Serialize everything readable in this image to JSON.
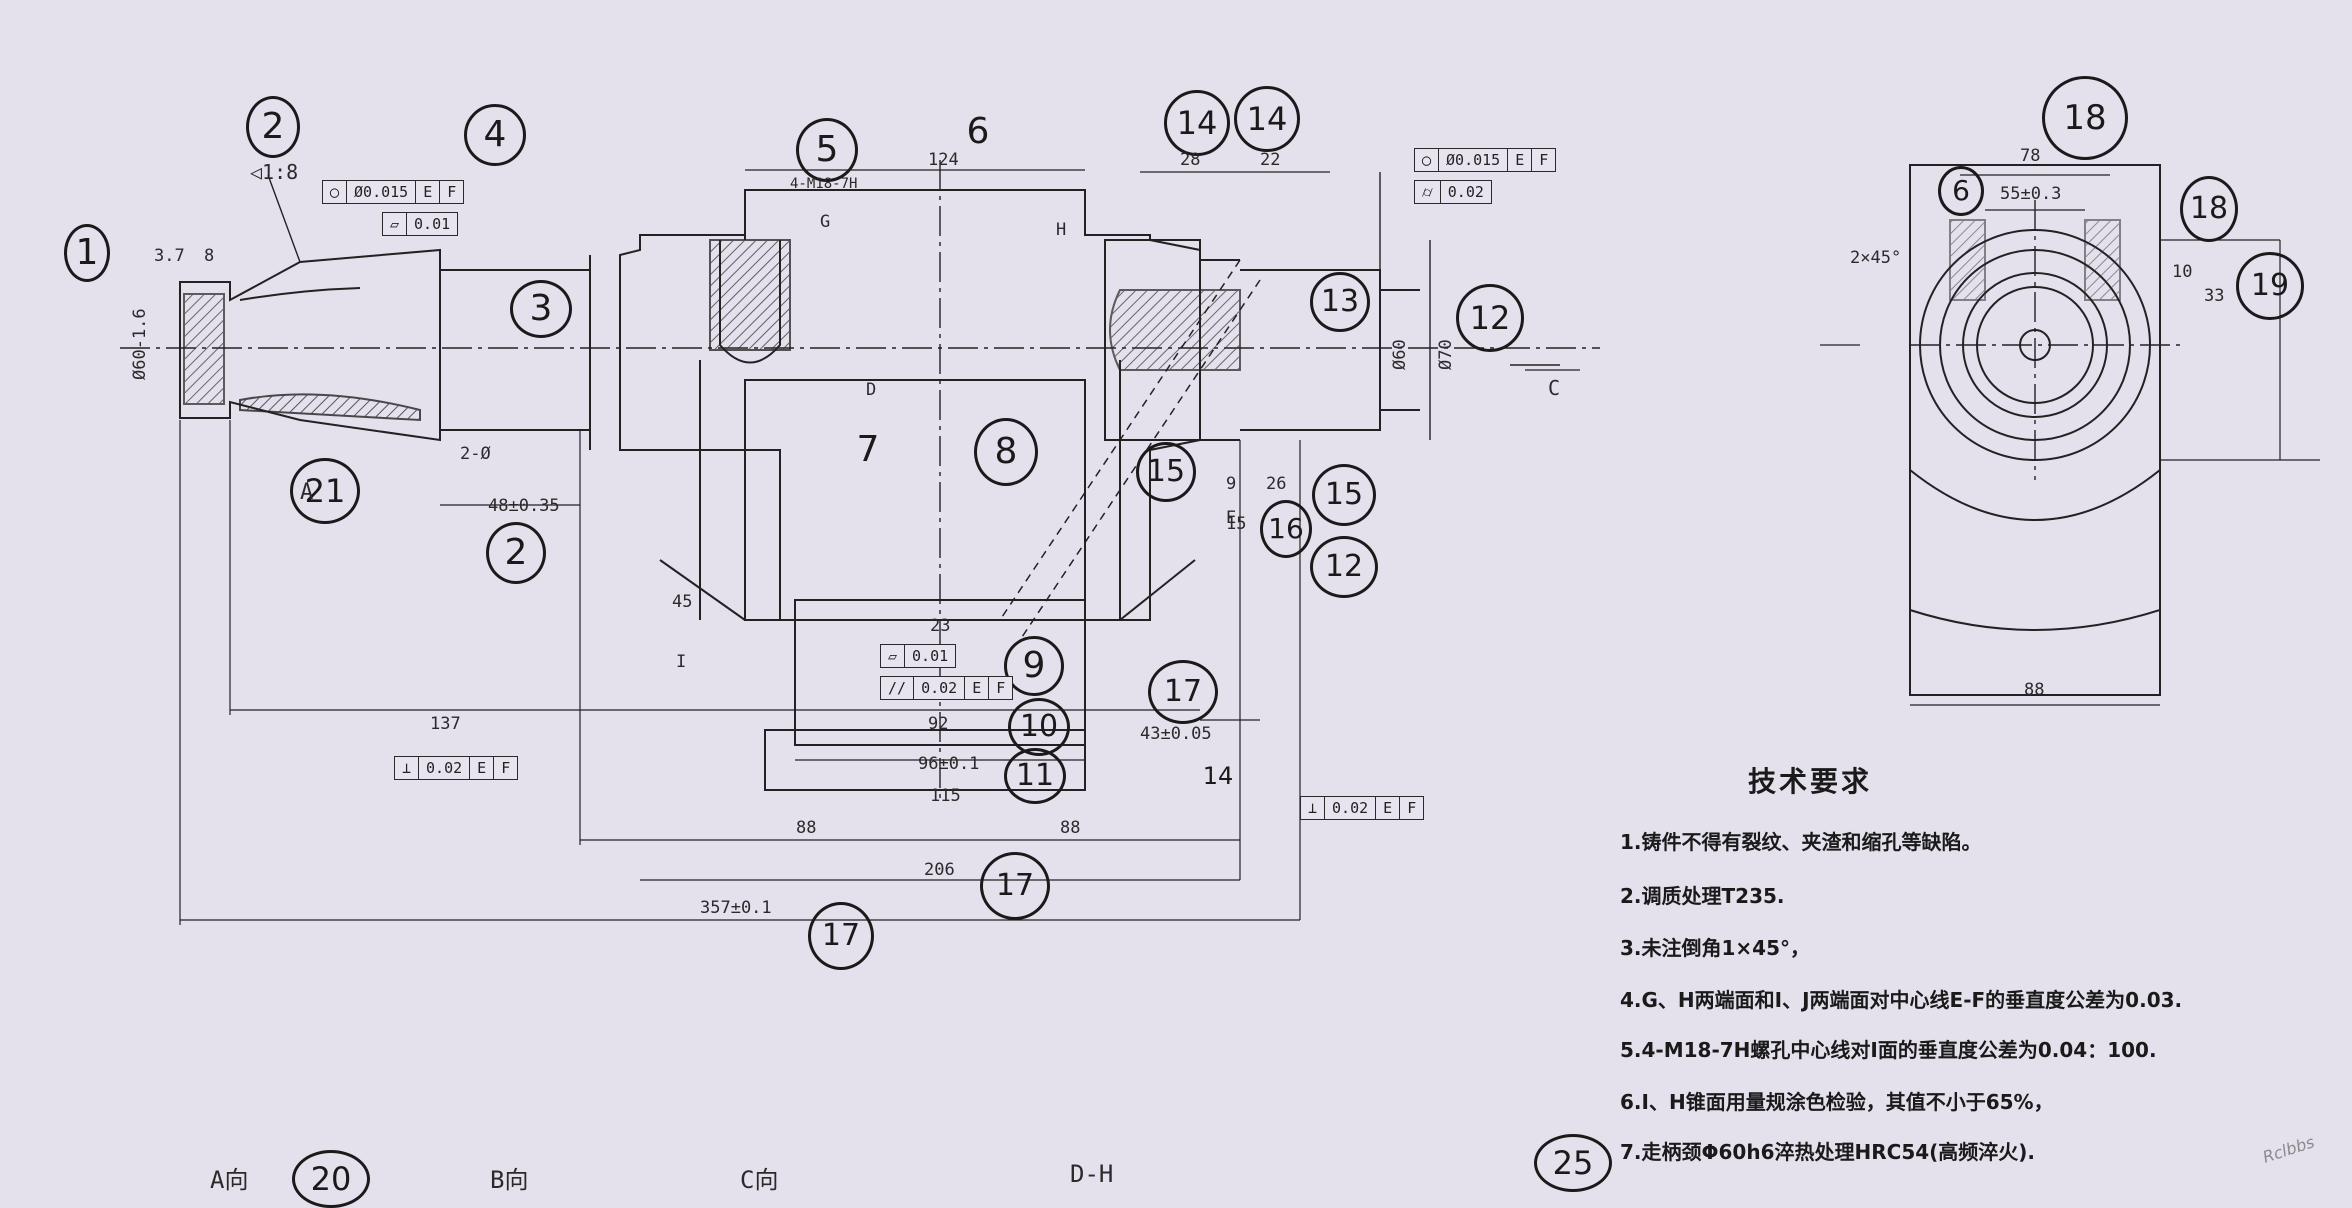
{
  "balloons": [
    {
      "id": "b1",
      "label": "1"
    },
    {
      "id": "b2a",
      "label": "2"
    },
    {
      "id": "b4",
      "label": "4"
    },
    {
      "id": "b5",
      "label": "5"
    },
    {
      "id": "b6",
      "label": "6"
    },
    {
      "id": "b14a",
      "label": "14"
    },
    {
      "id": "b14b",
      "label": "14"
    },
    {
      "id": "b3",
      "label": "3"
    },
    {
      "id": "b21",
      "label": "21"
    },
    {
      "id": "b2b",
      "label": "2"
    },
    {
      "id": "b7",
      "label": "7"
    },
    {
      "id": "b8",
      "label": "8"
    },
    {
      "id": "b9",
      "label": "9"
    },
    {
      "id": "b10",
      "label": "10"
    },
    {
      "id": "b11",
      "label": "11"
    },
    {
      "id": "b13",
      "label": "13"
    },
    {
      "id": "b12a",
      "label": "12"
    },
    {
      "id": "b15a",
      "label": "15"
    },
    {
      "id": "b15b",
      "label": "15"
    },
    {
      "id": "b16",
      "label": "16"
    },
    {
      "id": "b12b",
      "label": "12"
    },
    {
      "id": "b17a",
      "label": "17"
    },
    {
      "id": "b17b",
      "label": "17"
    },
    {
      "id": "b17c",
      "label": "17"
    },
    {
      "id": "b18a",
      "label": "18"
    },
    {
      "id": "b18b",
      "label": "18"
    },
    {
      "id": "b19",
      "label": "19"
    },
    {
      "id": "b6b",
      "label": "6"
    },
    {
      "id": "b25",
      "label": "25"
    },
    {
      "id": "b20",
      "label": "20"
    },
    {
      "id": "b14c",
      "label": "14"
    }
  ],
  "dims": {
    "taper": "◁1:8",
    "d37": "3.7",
    "d8": "8",
    "dtap": "Ø60-1.6",
    "d124": "124",
    "d28": "28",
    "d22": "22",
    "dM18": "4-M18-7H",
    "dG": "G",
    "dH": "H",
    "dD": "D",
    "dE": "E",
    "dA": "A",
    "dI": "I",
    "dC": "C",
    "d45": "45",
    "d2t": "2-Ø",
    "d48": "48±0.35",
    "d137": "137",
    "d23": "23",
    "d92": "92",
    "d96": "96±0.1",
    "d115": "115",
    "d88a": "88",
    "d88b": "88",
    "d206": "206",
    "d357": "357±0.1",
    "d9": "9",
    "d26": "26",
    "d43": "43±0.05",
    "d78": "78",
    "d55": "55±0.3",
    "d2x45": "2×45°",
    "d33": "33",
    "d10": "10",
    "d88c": "88",
    "d60": "Ø60",
    "d70": "Ø70",
    "d15": "15"
  },
  "fcf": {
    "f1": [
      "◯",
      "Ø0.015",
      "E",
      "F"
    ],
    "f2": [
      "▱",
      "0.01"
    ],
    "f3": [
      "◯",
      "Ø0.015",
      "E",
      "F"
    ],
    "f4": [
      "⌭",
      "0.02"
    ],
    "f5": [
      "▱",
      "0.01"
    ],
    "f6": [
      "//",
      "0.02",
      "E",
      "F"
    ],
    "f7": [
      "⊥",
      "0.02",
      "E",
      "F"
    ],
    "f8": [
      "⊥",
      "0.02",
      "E",
      "F"
    ]
  },
  "notes": {
    "title": "技术要求",
    "items": [
      "1.铸件不得有裂纹、夹渣和缩孔等缺陷。",
      "2.调质处理T235.",
      "3.未注倒角1×45°，",
      "4.G、H两端面和I、J两端面对中心线E-F的垂直度公差为0.03.",
      "5.4-M18-7H螺孔中心线对I面的垂直度公差为0.04：100.",
      "6.I、H锥面用量规涂色检验，其值不小于65%，",
      "7.走柄颈Φ60h6淬热处理HRC54(高频淬火)."
    ]
  },
  "watermark": "Rclbbs",
  "bottom_labels": {
    "a": "A向",
    "b": "B向",
    "c": "C向",
    "d": "D-H"
  }
}
